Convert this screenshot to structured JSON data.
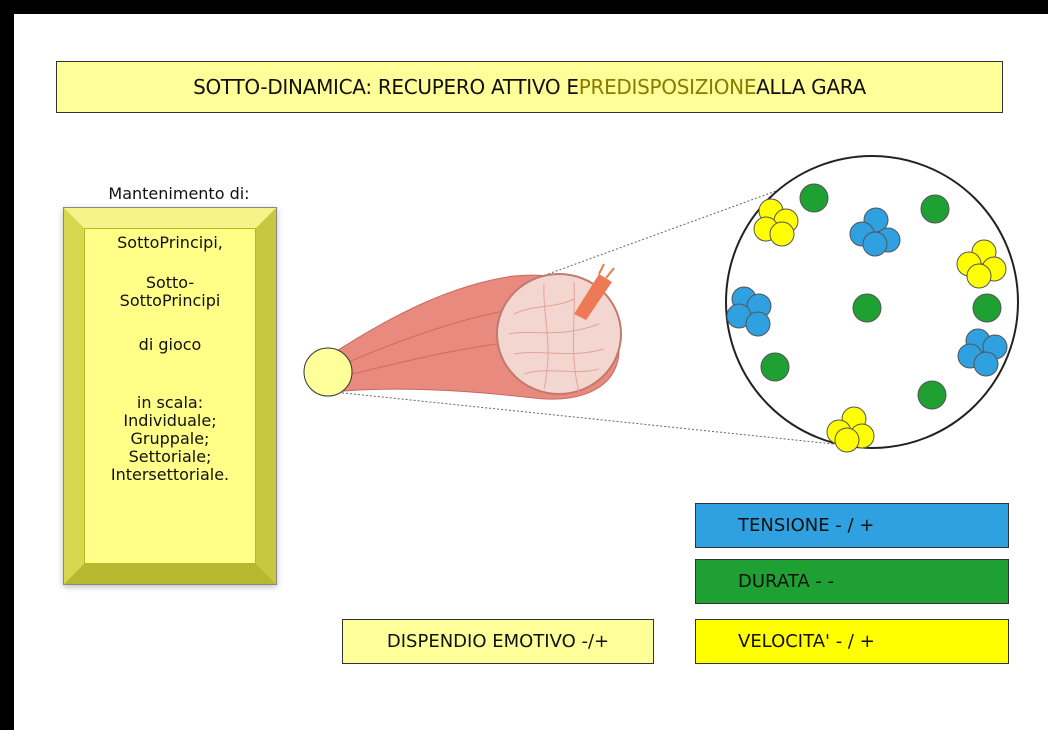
{
  "title": {
    "part1": "SOTTO-DINAMICA: RECUPERO ATTIVO E ",
    "highlight": "PREDISPOSIZIONE",
    "part2": " ALLA GARA"
  },
  "left_panel": {
    "heading": "Mantenimento di:",
    "lines": [
      "SottoPrincipi,",
      "Sotto-",
      "SottoPrincipi",
      "di gioco",
      "in scala:",
      "Individuale;",
      "Gruppale;",
      "Settoriale;",
      "Intersettoriale."
    ]
  },
  "legend": {
    "tension": "TENSIONE  - / +",
    "durata": "DURATA  - -",
    "velocita": "VELOCITA'  - / +"
  },
  "emotivo": "DISPENDIO EMOTIVO  -/+",
  "colors": {
    "title_bg": "#ffff99",
    "panel_bg": "#ffff88",
    "tension": "#2fa0e0",
    "durata": "#1ea032",
    "velocita": "#ffff00",
    "muscle": "#e8847a"
  },
  "icons": [
    "muscle-fiber-icon",
    "zoom-circle-icon"
  ]
}
